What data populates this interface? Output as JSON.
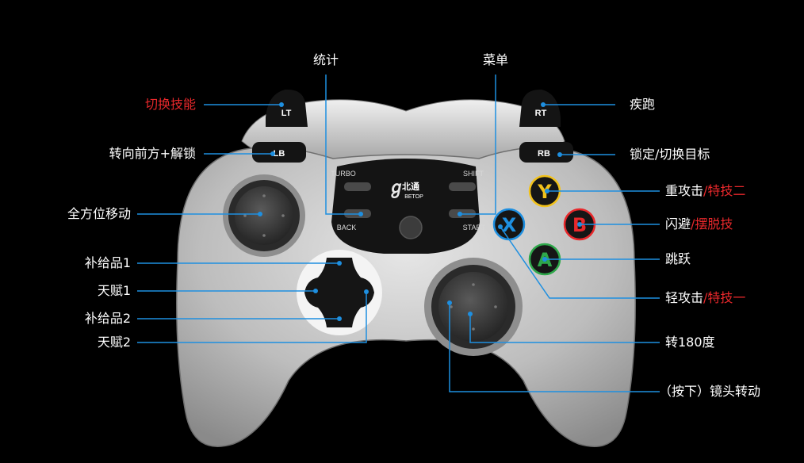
{
  "colors": {
    "background": "#000000",
    "leader_line": "#1e8fe0",
    "highlight_text": "#e8282b",
    "button_y": "#f2c21b",
    "button_b": "#e8282b",
    "button_a": "#2ea84a",
    "button_x": "#1e8fe0"
  },
  "controller": {
    "lt": "LT",
    "rt": "RT",
    "lb": "LB",
    "rb": "RB",
    "turbo": "TURBO",
    "back": "BACK",
    "shift": "SHIFT",
    "start": "START",
    "brand": "北通",
    "brand_sub": "BETOP",
    "y": "Y",
    "b": "B",
    "a": "A",
    "x": "X"
  },
  "labels": {
    "stats": "统计",
    "menu": "菜单",
    "lt_prefix": "",
    "lt_red": "切换技能",
    "lb_action": "转向前方+解锁",
    "move": "全方位移动",
    "dpad_up": "补给品1",
    "dpad_left": "天赋1",
    "dpad_down": "补给品2",
    "dpad_right": "天赋2",
    "rt_action": "疾跑",
    "rb_action": "锁定/切换目标",
    "y_white": "重攻击",
    "y_red": "/特技二",
    "b_white": "闪避",
    "b_red": "/摆脱技",
    "a_action": "跳跃",
    "x_white": "轻攻击",
    "x_red": "/特技一",
    "right_stick": "转180度",
    "stick_press": "（按下）镜头转动"
  }
}
